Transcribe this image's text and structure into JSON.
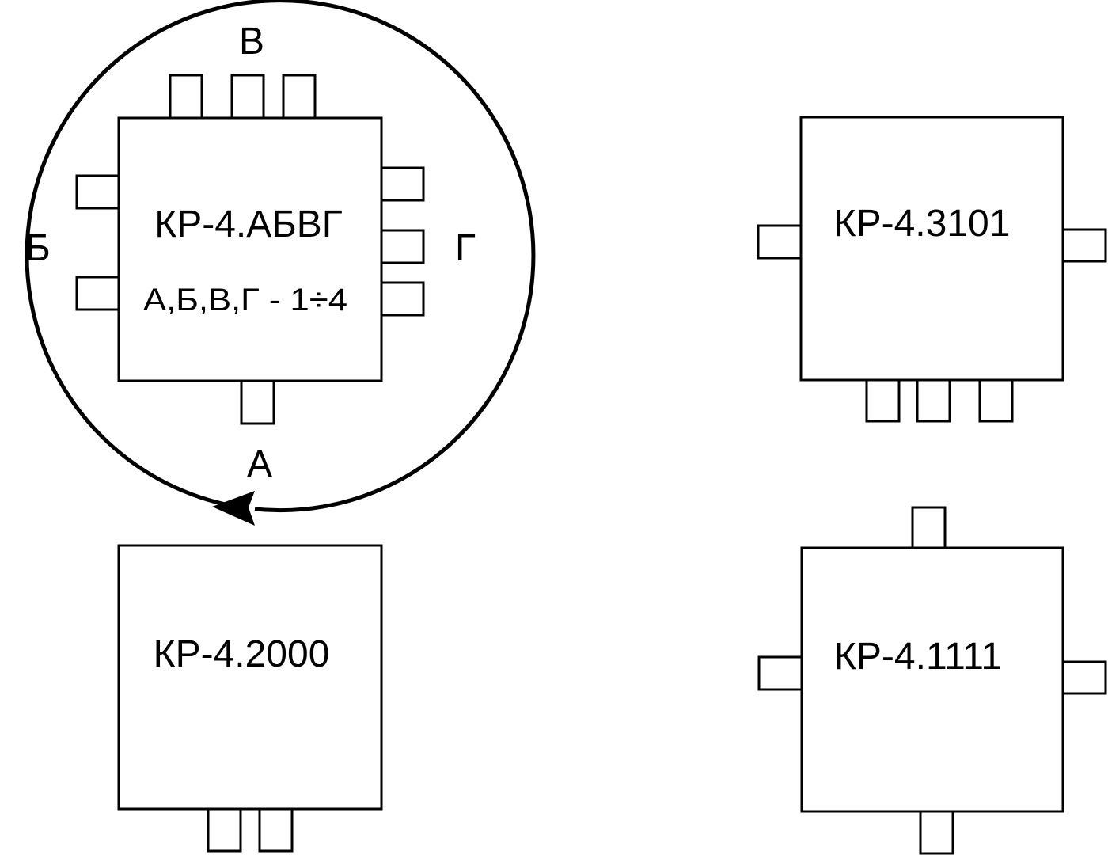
{
  "diagram": {
    "main_block": {
      "title": "КР-4.АБВГ",
      "subtitle": "А,Б,В,Г - 1÷4"
    },
    "side_labels": {
      "top": "В",
      "left": "Б",
      "right": "Г",
      "bottom": "А"
    },
    "blocks": [
      {
        "title": "КР-4.3101"
      },
      {
        "title": "КР-4.2000"
      },
      {
        "title": "КР-4.1111"
      }
    ],
    "colors": {
      "stroke": "#000000",
      "background": "#ffffff"
    }
  }
}
